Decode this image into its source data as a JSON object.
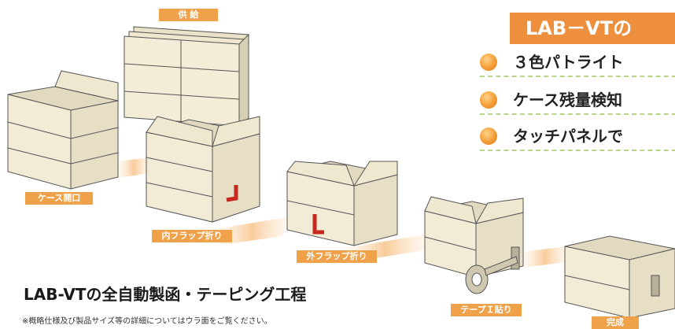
{
  "header": {
    "title": "LAB－VTの"
  },
  "features": [
    {
      "text": "３色パトライト"
    },
    {
      "text": "ケース残量検知"
    },
    {
      "text": "タッチパネルで"
    }
  ],
  "steps": {
    "supply": "供 給",
    "case_open": "ケース開口",
    "inner_flap": "内フラップ折り",
    "outer_flap": "外フラップ折り",
    "tape": "テープＩ貼り",
    "complete": "完成"
  },
  "main_title": "LAB-VTの全自動製函・テーピング工程",
  "note": "※概略仕様及び製品サイズ等の詳細についてはウラ面をご覧ください。",
  "colors": {
    "accent": "#ee8f3e",
    "tag": "#f0a24a",
    "box": "#f1ead4",
    "box_edge": "#555555",
    "arrow": "#f6d3a8",
    "flap": "#c8281e",
    "divider": "#b8d48a"
  }
}
